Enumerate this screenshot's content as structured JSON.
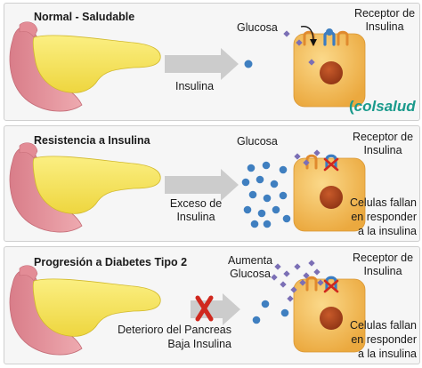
{
  "panels": [
    {
      "title": "Normal - Saludable",
      "arrow_label": "Insulina",
      "glucose_label": "Glucosa",
      "receptor_label": [
        "Receptor de",
        "Insulina"
      ],
      "logo": "colsalud"
    },
    {
      "title": "Resistencia a Insulina",
      "arrow_label": [
        "Exceso de",
        "Insulina"
      ],
      "glucose_label": "Glucosa",
      "receptor_label": [
        "Receptor de",
        "Insulina"
      ],
      "cell_note": [
        "Celulas fallan",
        "en responder",
        "a la insulina"
      ]
    },
    {
      "title": "Progresión a Diabetes Tipo 2",
      "arrow_label": [
        "Deterioro del Pancreas",
        "Baja Insulina"
      ],
      "glucose_label": [
        "Aumenta",
        "Glucosa"
      ],
      "receptor_label": [
        "Receptor de",
        "Insulina"
      ],
      "cell_note": [
        "Celulas fallan",
        "en responder",
        "a la insulina"
      ]
    }
  ],
  "colors": {
    "pancreas": "#f4e35a",
    "duodenum": "#e79aa2",
    "cell": "#f5c15a",
    "nucleus": "#b3461f",
    "insulin_dot": "#3f7fc0",
    "glucose": "#7b6fb5",
    "receptor": "#3b7cc2",
    "x_mark": "#d0281e",
    "arrow": "#cccccc"
  }
}
